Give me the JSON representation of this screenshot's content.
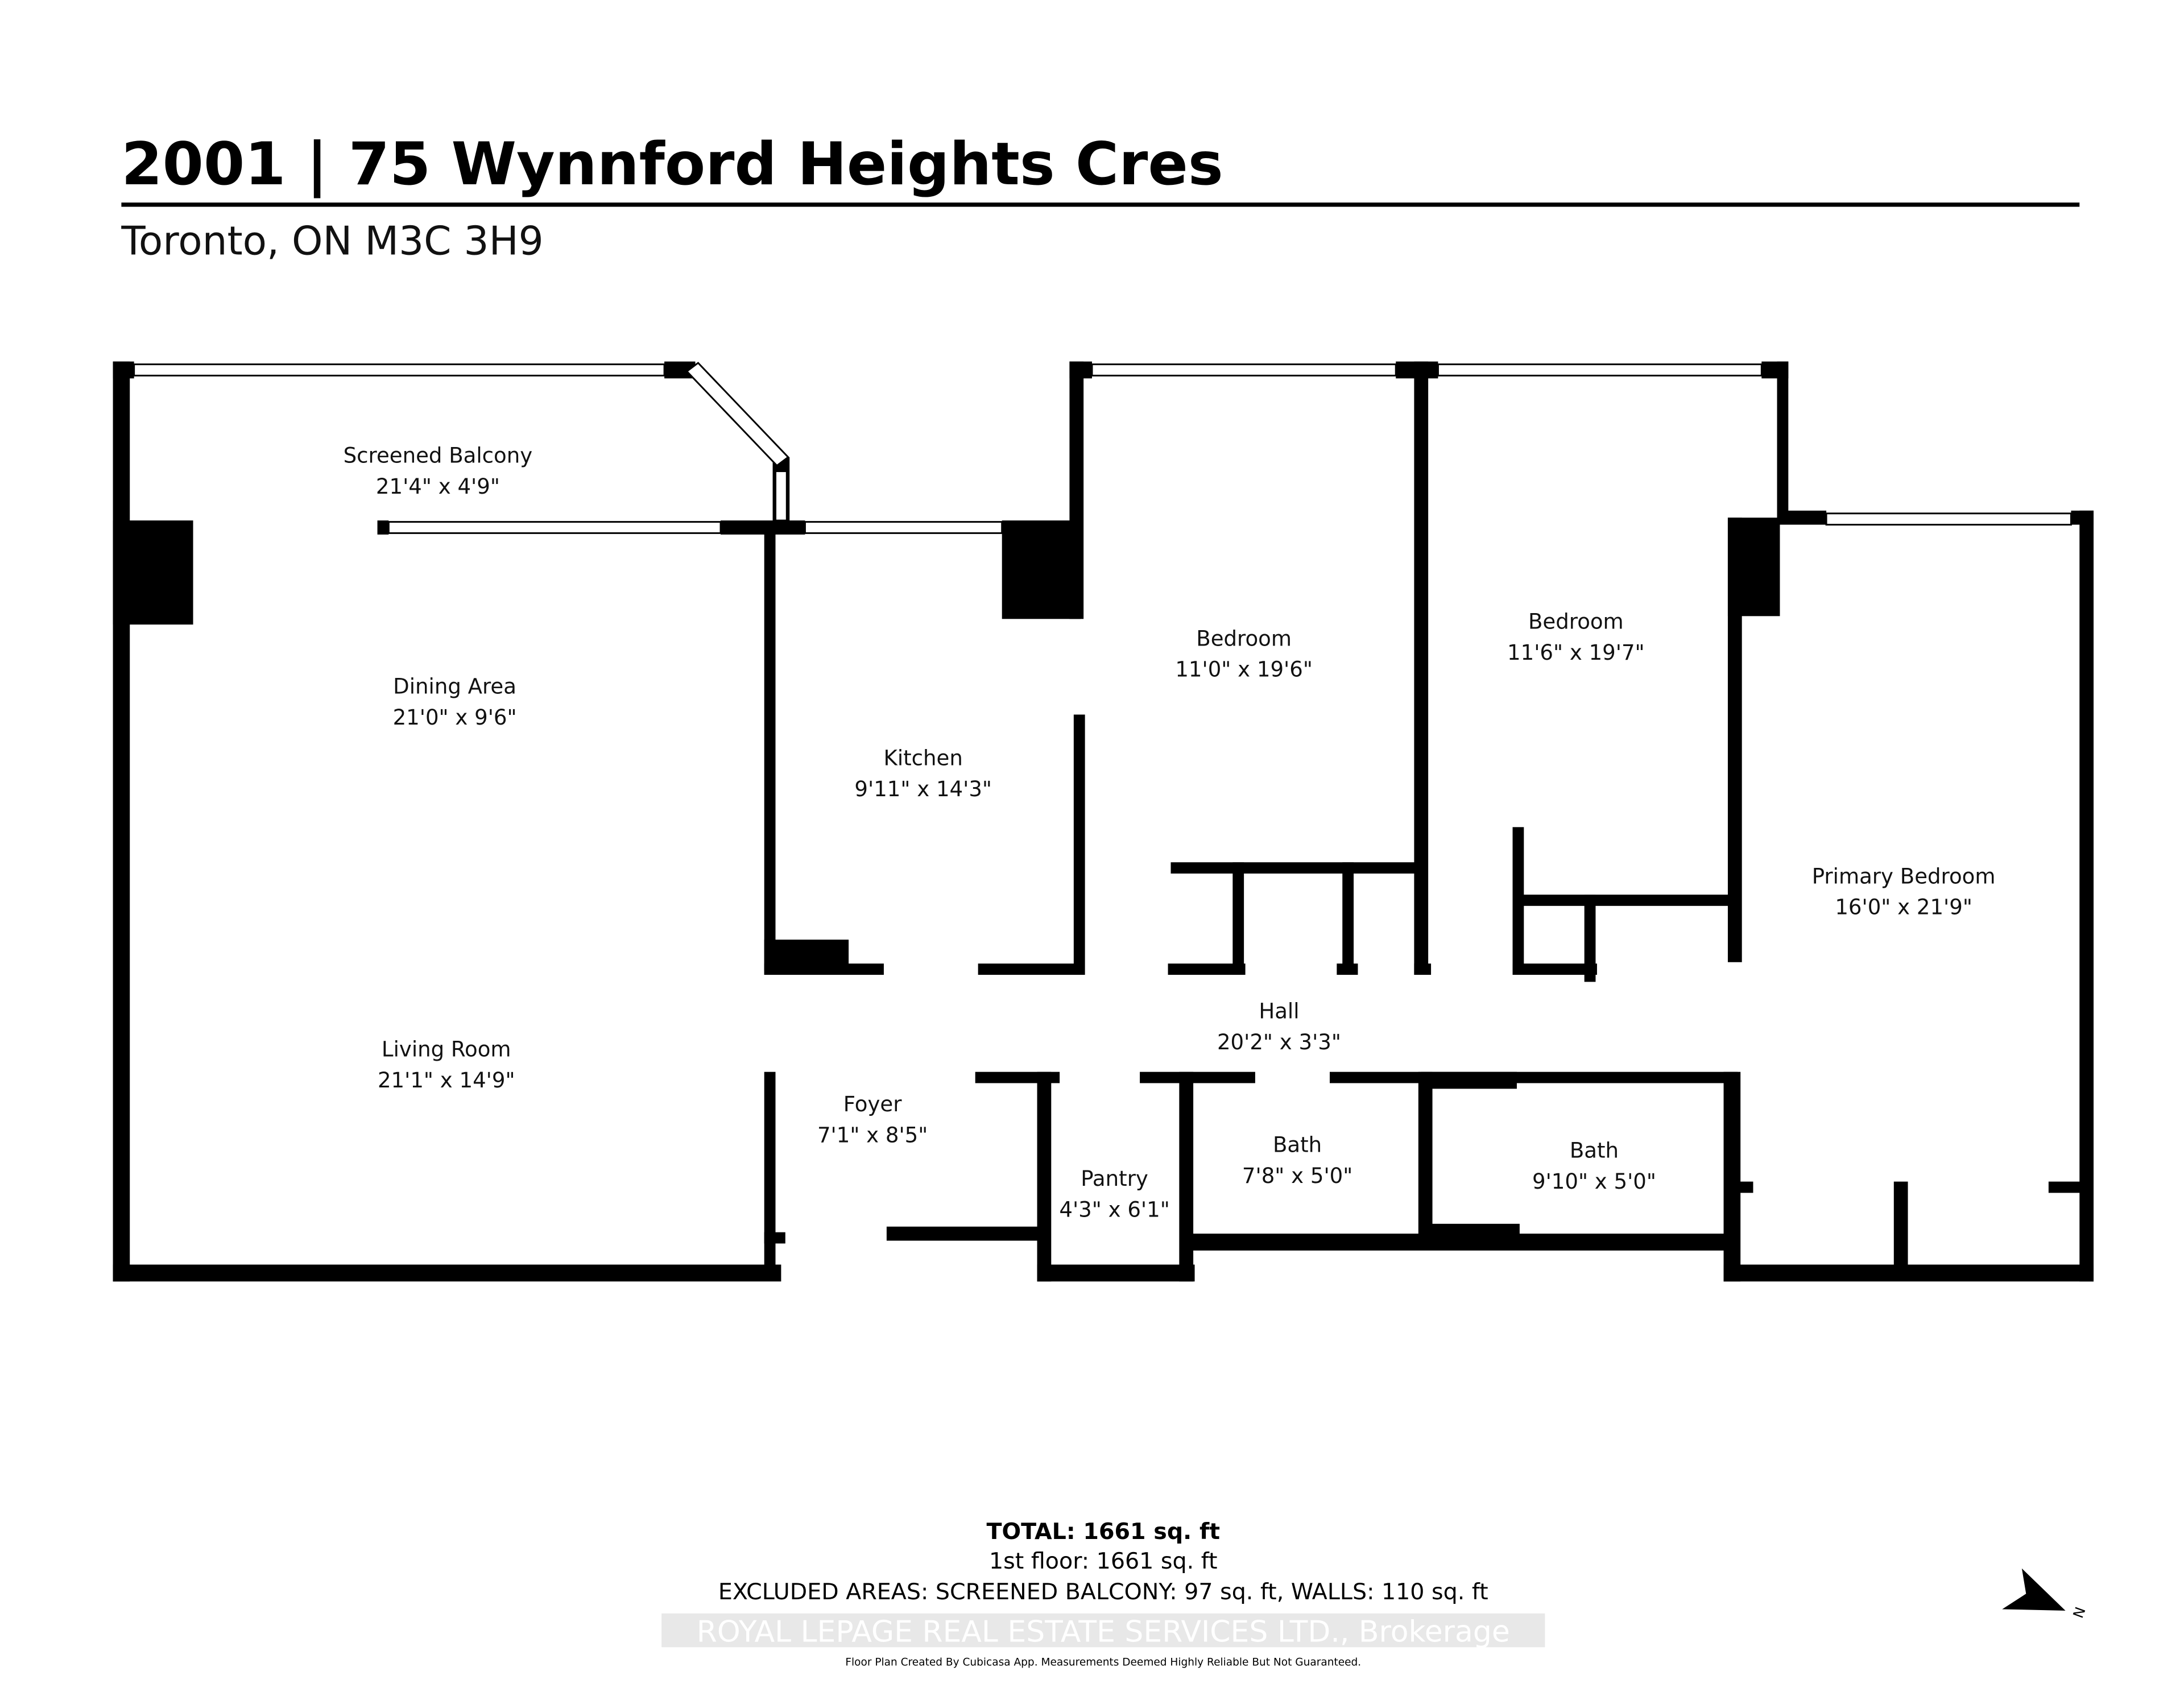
{
  "header": {
    "title": "2001 | 75 Wynnford Heights Cres",
    "subtitle": "Toronto, ON  M3C 3H9"
  },
  "rooms": [
    {
      "name": "Screened Balcony",
      "size": "21'4\" x 4'9\""
    },
    {
      "name": "Dining Area",
      "size": "21'0\" x 9'6\""
    },
    {
      "name": "Kitchen",
      "size": "9'11\" x 14'3\""
    },
    {
      "name": "Bedroom",
      "size": "11'0\" x 19'6\""
    },
    {
      "name": "Bedroom",
      "size": "11'6\" x 19'7\""
    },
    {
      "name": "Primary Bedroom",
      "size": "16'0\" x 21'9\""
    },
    {
      "name": "Hall",
      "size": "20'2\" x 3'3\""
    },
    {
      "name": "Living Room",
      "size": "21'1\" x 14'9\""
    },
    {
      "name": "Foyer",
      "size": "7'1\" x 8'5\""
    },
    {
      "name": "Pantry",
      "size": "4'3\" x 6'1\""
    },
    {
      "name": "Bath",
      "size": "7'8\" x 5'0\""
    },
    {
      "name": "Bath",
      "size": "9'10\" x 5'0\""
    }
  ],
  "footer": {
    "total": "TOTAL: 1661 sq. ft",
    "floor": "1st floor: 1661 sq. ft",
    "excluded": "EXCLUDED AREAS: SCREENED BALCONY: 97 sq. ft, WALLS: 110 sq. ft",
    "watermark": "ROYAL LEPAGE REAL ESTATE SERVICES LTD., Brokerage",
    "disclaimer": "Floor Plan Created By Cubicasa App. Measurements Deemed Highly Reliable But Not Guaranteed."
  },
  "compass": {
    "label": "N",
    "icon": "north-arrow-icon"
  },
  "colors": {
    "walls": "#000000",
    "background": "#ffffff"
  }
}
